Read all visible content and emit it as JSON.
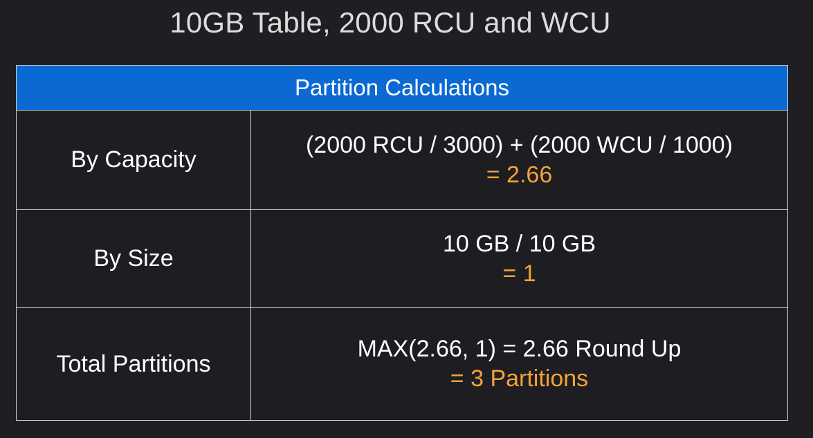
{
  "slide": {
    "title": "10GB Table, 2000 RCU and WCU"
  },
  "table": {
    "header": "Partition Calculations",
    "rows": [
      {
        "label": "By Capacity",
        "formula": "(2000 RCU / 3000) + (2000 WCU / 1000)",
        "result": "= 2.66"
      },
      {
        "label": "By Size",
        "formula": "10 GB / 10 GB",
        "result": "= 1"
      },
      {
        "label": "Total Partitions",
        "formula": "MAX(2.66, 1) = 2.66 Round Up",
        "result": "= 3 Partitions"
      }
    ]
  },
  "colors": {
    "background": "#1f1e22",
    "header_background": "#0b69d3",
    "result_text": "#f2a33a",
    "border": "#cfcfcf",
    "text": "#ffffff"
  }
}
